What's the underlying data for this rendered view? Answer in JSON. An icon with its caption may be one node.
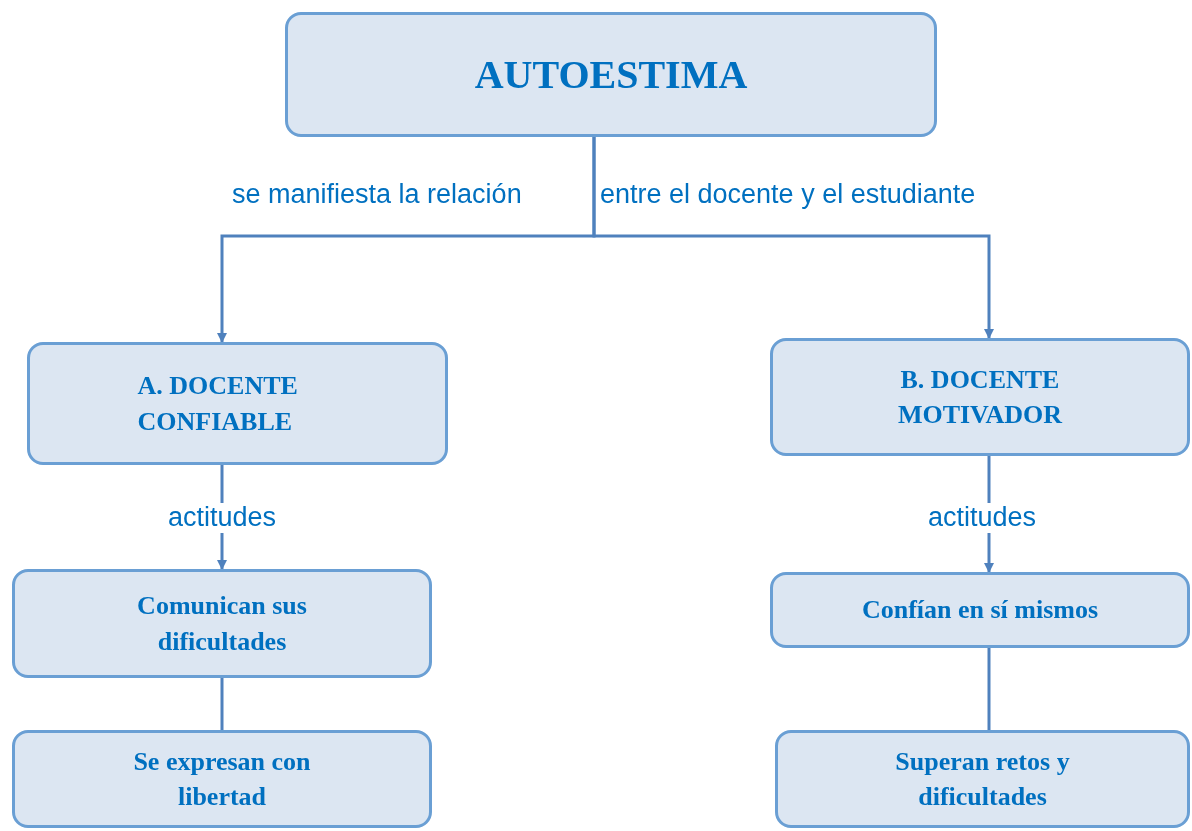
{
  "diagram": {
    "nodes": [
      {
        "text": [
          "AUTOESTIMA"
        ]
      },
      {
        "text": [
          "A. DOCENTE CONFIABLE"
        ]
      },
      {
        "text": [
          "B. DOCENTE MOTIVADOR"
        ]
      },
      {
        "text": [
          "Comunican sus dificultades"
        ]
      },
      {
        "text": [
          "Se expresan con libertad"
        ]
      },
      {
        "text": [
          "Confían en sí mismos"
        ]
      },
      {
        "text": [
          "Superan retos y dificultades"
        ]
      }
    ],
    "edges": [
      {
        "from": 0,
        "to": 1,
        "arrow": "to",
        "label": "se manifiesta la relación"
      },
      {
        "from": 0,
        "to": 2,
        "arrow": "to",
        "label": "entre el docente y el estudiante"
      },
      {
        "from": 1,
        "to": 3,
        "arrow": "to",
        "label": "actitudes"
      },
      {
        "from": 3,
        "to": 4,
        "arrow": "none"
      },
      {
        "from": 2,
        "to": 5,
        "arrow": "to",
        "label": "actitudes"
      },
      {
        "from": 5,
        "to": 6,
        "arrow": "none"
      }
    ]
  }
}
